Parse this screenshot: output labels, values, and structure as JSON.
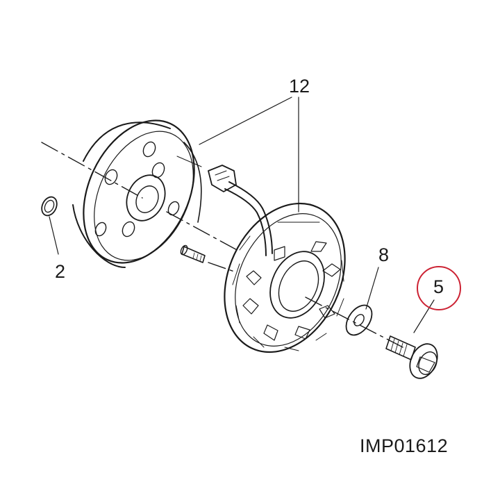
{
  "callouts": {
    "flywheel_stator": "12",
    "seal_ring": "2",
    "washer": "8",
    "bolt": "5"
  },
  "reference_code": "IMP01612",
  "highlight_color": "#cc2233",
  "line_color": "#1a1a1a"
}
